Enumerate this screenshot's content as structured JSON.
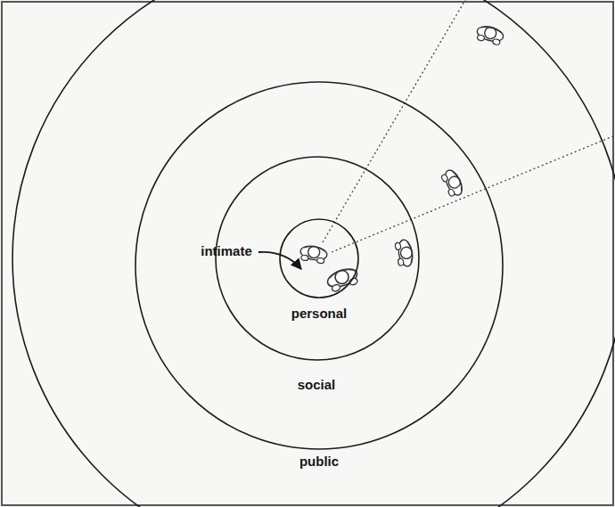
{
  "diagram": {
    "nodes": [
      {
        "text": [
          "public"
        ]
      },
      {
        "text": [
          "social"
        ],
        "in": 0
      },
      {
        "text": [
          "personal"
        ],
        "in": 1
      },
      {
        "text": [
          "intimate"
        ],
        "in": 2
      }
    ]
  }
}
